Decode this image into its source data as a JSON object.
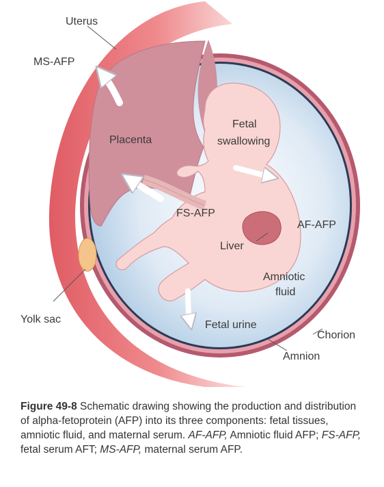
{
  "diagram": {
    "labels": {
      "uterus": "Uterus",
      "ms_afp": "MS-AFP",
      "placenta": "Placenta",
      "fetal_swallowing_1": "Fetal",
      "fetal_swallowing_2": "swallowing",
      "fs_afp": "FS-AFP",
      "af_afp": "AF-AFP",
      "liver": "Liver",
      "amniotic_fluid_1": "Amniotic",
      "amniotic_fluid_2": "fluid",
      "yolk_sac": "Yolk sac",
      "fetal_urine": "Fetal urine",
      "chorion": "Chorion",
      "amnion": "Amnion"
    },
    "colors": {
      "uterus_wall": "#e7646a",
      "chorion_ring": "#b55a6e",
      "amniotic_fluid": "#c9dff0",
      "placenta": "#cf8f9b",
      "fetus": "#f9d6d3",
      "liver": "#cc6e78",
      "yolk_sac": "#f5c48a",
      "arrow": "#ffffff"
    }
  },
  "caption": {
    "figure_number": "Figure 49-8",
    "text_1": " Schematic drawing showing the production and distribution of alpha-fetoprotein (AFP) into its three components: fetal tissues, amniotic fluid, and maternal serum. ",
    "abbr_1": "AF-AFP,",
    "def_1": " Amniotic fluid AFP; ",
    "abbr_2": "FS-AFP,",
    "def_2": " fetal serum AFT; ",
    "abbr_3": "MS-AFP,",
    "def_3": " maternal serum AFP."
  }
}
